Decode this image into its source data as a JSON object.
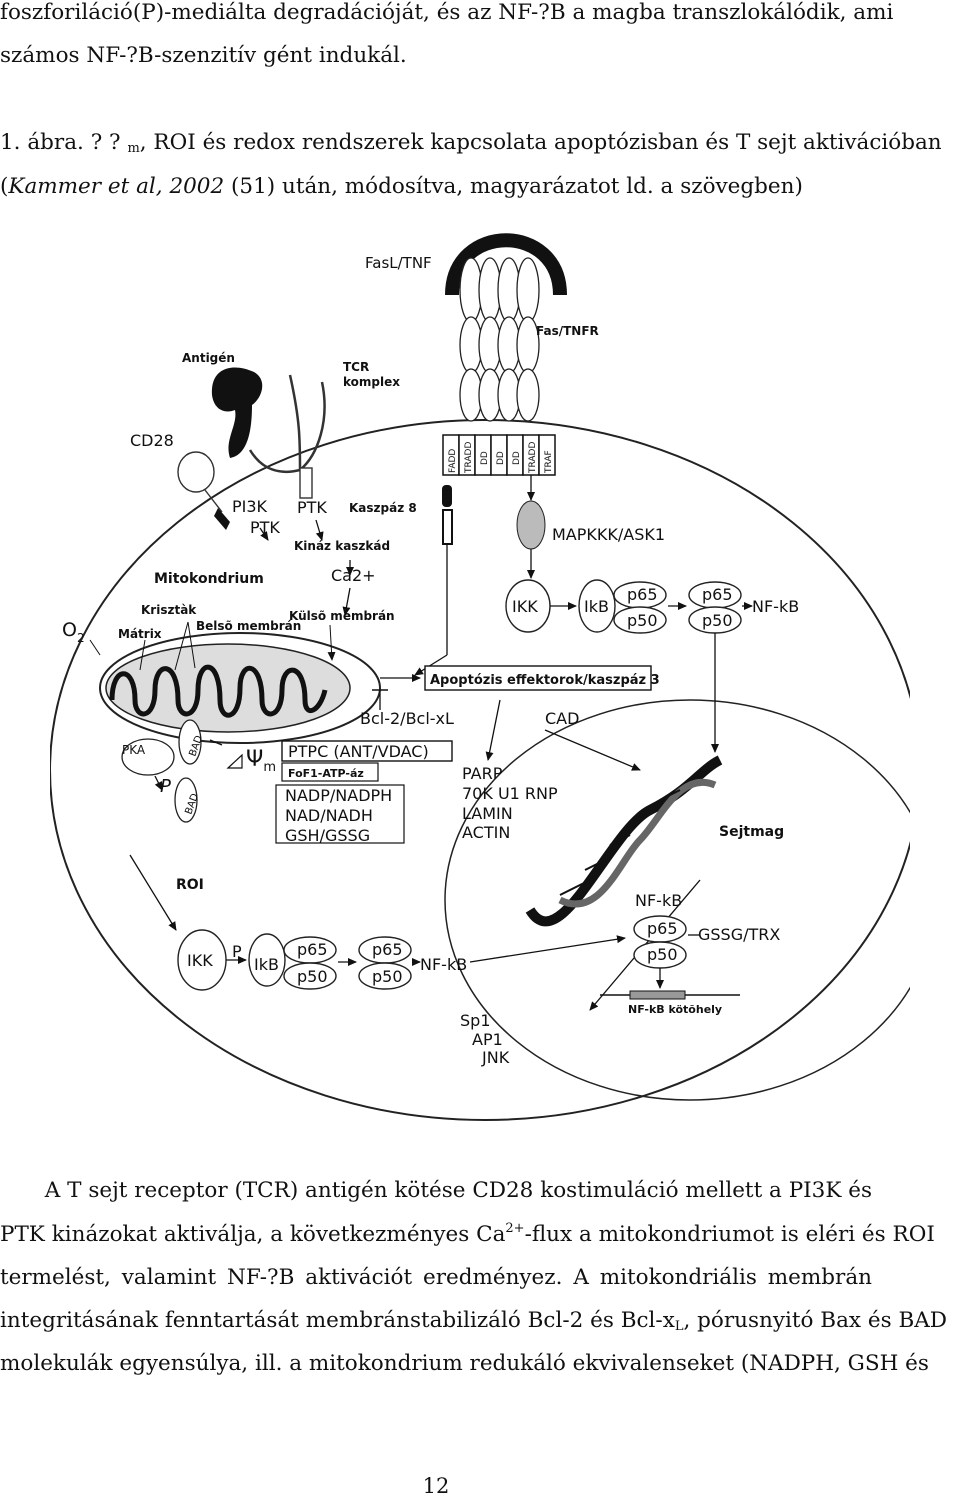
{
  "top_text": {
    "line1": "foszforiláció(P)-mediálta degradációját, és az NF-?B a magba transzlokálódik, ami",
    "line2": "számos NF-?B-szenzitív gént indukál."
  },
  "caption": {
    "label": "1. ábra. ? ?",
    "sub": "m",
    "rest": ", ROI és redox rendszerek kapcsolata apoptózisban és T sejt aktivációban",
    "line2_open": "(",
    "author": "Kammer et al, 2002",
    "ref": " (51)",
    "line2_rest": " után, módosítva, magyarázatot ld. a szövegben)"
  },
  "figure": {
    "fasl_tnf": "FasL/TNF",
    "fas_tnfr": "Fas/TNFR",
    "antigen": "Antigén",
    "tcr1": "TCR",
    "tcr2": "komplex",
    "cd28": "CD28",
    "pi3k": "PI3K",
    "ptk_left": "PTK",
    "ptk_right": "PTK",
    "kinaz": "Kináz kaszkád",
    "kaszpaz8": "Kaszpáz 8",
    "ca2": "Ca2+",
    "fadd": "FADD",
    "tradd": "TRADD",
    "dd1": "DD",
    "dd2": "DD",
    "dd3": "DD",
    "tradd2": "TRADD",
    "traf": "TRAF",
    "mapkkk": "MAPKKK/ASK1",
    "mito": "Mitokondrium",
    "krisztak": "Krisztàk",
    "belso": "Belsõ membrán",
    "kulso": "Külsõ membrán",
    "o2": "O",
    "o2_sub": "2",
    "matrix": "Mátrix",
    "ikk_top": "IKK",
    "ikb_top": "IkB",
    "p65_a": "p65",
    "p50_a": "p50",
    "p65_b": "p65",
    "p50_b": "p50",
    "nfkb_top": "NF-kB",
    "apoptozis": "Apoptózis effektorok/kaszpáz 3",
    "bcl": "Bcl-2/Bcl-xL",
    "cad": "CAD",
    "pka": "PKA",
    "bad1": "BAD",
    "bad2": "BAD",
    "p_left": "P",
    "psi": "Ψ",
    "psi_sub": "m",
    "ptpc": "PTPC (ANT/VDAC)",
    "fof1": "FoF1-ATP-áz",
    "nadp": "NADP/NADPH",
    "nad": "NAD/NADH",
    "gsh": "GSH/GSSG",
    "parp": "PARP",
    "rnp": "70K U1 RNP",
    "lamin": "LAMIN",
    "actin": "ACTIN",
    "sejtmag": "Sejtmag",
    "roi": "ROI",
    "ikk_bot": "IKK",
    "p_bot": "P",
    "ikb_bot": "IkB",
    "p65_c": "p65",
    "p50_c": "p50",
    "p65_d": "p65",
    "p50_d": "p50",
    "nfkb_bot": "NF-kB",
    "nfkb_nuc": "NF-kB",
    "p65_e": "p65",
    "p50_e": "p50",
    "gssg_trx": "GSSG/TRX",
    "kotohely": "NF-kB kötõhely",
    "sp1": "Sp1",
    "ap1": "AP1",
    "jnk": "JNK"
  },
  "body": {
    "l1": "A T sejt receptor (TCR) antigén kötése CD28 kostimuláció mellett a PI3K és",
    "l2a": "PTK kinázokat aktiválja, a következményes Ca",
    "l2sup": "2+",
    "l2b": "-flux a mitokondriumot is eléri és ROI",
    "l3": "termelést, valamint NF-?B aktivációt eredményez. A mitokondriális membrán",
    "l4a": "integritásának fenntartását membránstabilizáló Bcl-2 és Bcl-x",
    "l4sub": "L",
    "l4b": ", pórusnyitó Bax és BAD",
    "l5": "molekulák egyensúlya, ill. a mitokondrium redukáló ekvivalenseket (NADPH, GSH és"
  },
  "page_number": "12"
}
